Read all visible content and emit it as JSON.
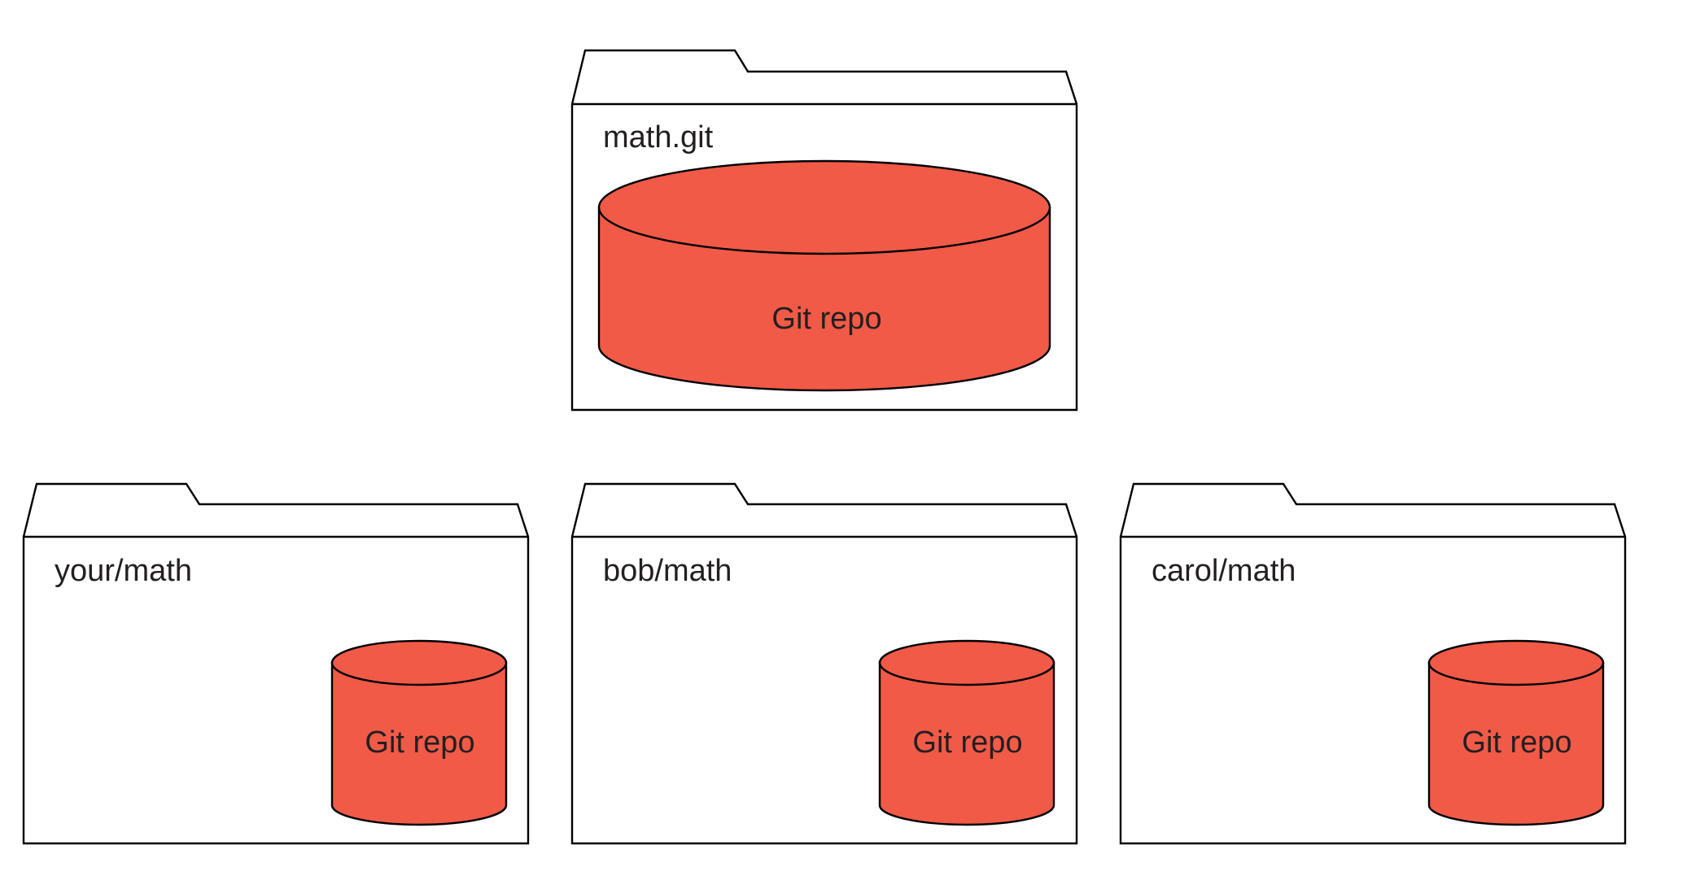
{
  "folders": [
    {
      "id": "origin",
      "label": "math.git",
      "repo_label": "Git repo"
    },
    {
      "id": "yours",
      "label": "your/math",
      "repo_label": "Git repo"
    },
    {
      "id": "bob",
      "label": "bob/math",
      "repo_label": "Git repo"
    },
    {
      "id": "carol",
      "label": "carol/math",
      "repo_label": "Git repo"
    }
  ],
  "colors": {
    "repo_fill": "#f15a47",
    "outline": "#000000",
    "text": "#231f20",
    "background": "#ffffff"
  }
}
